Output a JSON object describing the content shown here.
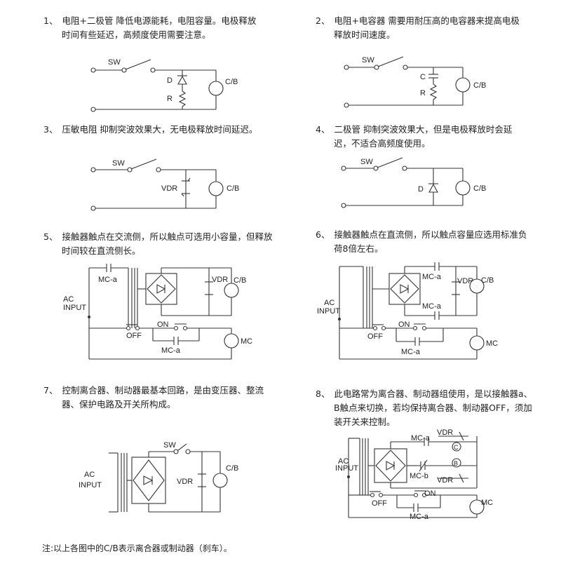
{
  "captions": [
    {
      "num": "1、",
      "l1": "电阻+二极管  降低电源能耗，电阻容量。电极释放",
      "l2": "时间有些延迟，高频度使用需要注意。"
    },
    {
      "num": "2、",
      "l1": "电阻+电容器  需要用耐压高的电容器来提高电极",
      "l2": "释放时间速度。"
    },
    {
      "num": "3、",
      "l1": "压敏电阻  抑制突波效果大，无电极释放时间延迟。",
      "l2": ""
    },
    {
      "num": "4、",
      "l1": "二极管  抑制突波效果大，但是电极释放时会延",
      "l2": "迟，不适合高频度使用。"
    },
    {
      "num": "5、",
      "l1": "接触器触点在交流侧，所以触点可选用小容量，但释放",
      "l2": "时间较在直流侧长。"
    },
    {
      "num": "6、",
      "l1": "接触器触点在直流侧，所以触点容量应选用标准负",
      "l2": "荷8倍左右。"
    },
    {
      "num": "7、",
      "l1": "控制离合器、制动器最基本回路，是由变压器、整流",
      "l2": "器、保护电路及开关所构成。"
    },
    {
      "num": "8、",
      "l1": "此电路常为离合器、制动器组使用，是以接触器a、",
      "l2": "B触点来切换，若均保持离合器、制动器OFF，须加",
      "l3": "装开关来控制。"
    }
  ],
  "labels": {
    "sw": "SW",
    "d": "D",
    "r": "R",
    "c": "C",
    "cb": "C/B",
    "vdr": "VDR",
    "mc": "MC",
    "mca": "MC-a",
    "mcb": "MC-b",
    "on": "ON",
    "off": "OFF",
    "ac": "AC",
    "input": "INPUT",
    "circle_c": "C",
    "circle_b": "B"
  },
  "note": "注:以上各图中的C/B表示离合器或制动器（刹车）。"
}
